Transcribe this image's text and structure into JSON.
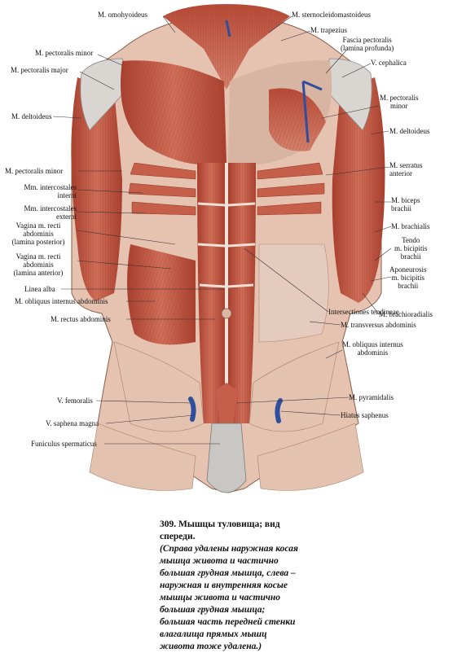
{
  "labels": {
    "omohyoideus": "M. omohyoideus",
    "sternocleido": "M. sternocleidomastoideus",
    "trapezius": "M. trapezius",
    "fascia_pectoralis": "Fascia pectoralis",
    "lamina_profunda": "(lamina profunda)",
    "cephalica": "V. cephalica",
    "pect_minor_left": "M. pectoralis minor",
    "pect_major": "M. pectoralis major",
    "pect_minor_r1": "M. pectoralis",
    "pect_minor_r2": "minor",
    "deltoideus_left": "M. deltoideus",
    "deltoideus_right": "M. deltoideus",
    "pect_minor_left2": "M. pectoralis minor",
    "serratus1": "M. serratus",
    "serratus2": "anterior",
    "intercost_int1": "Mm. intercostales",
    "intercost_int2": "interni",
    "biceps1": "M. biceps",
    "biceps2": "brachii",
    "intercost_ext1": "Mm. intercostales",
    "intercost_ext2": "externi",
    "brachialis": "M. brachialis",
    "vagina_post1": "Vagina m. recti",
    "vagina_post2": "abdominis",
    "vagina_post3": "(lamina posterior)",
    "tendo1": "Tendo",
    "tendo2": "m. bicipitis",
    "tendo3": "brachii",
    "vagina_ant1": "Vagina m. recti",
    "vagina_ant2": "abdominis",
    "vagina_ant3": "(lamina anterior)",
    "aponeurosis1": "Aponeurosis",
    "aponeurosis2": "m. bicipitis",
    "aponeurosis3": "brachii",
    "linea_alba": "Linea alba",
    "brachioradialis": "M. brachioradialis",
    "obliquus_int_left": "M. obliquus internus abdominis",
    "intersectiones": "Intersectiones tendineae",
    "rectus": "M. rectus abdominis",
    "transversus": "M. transversus abdominis",
    "obliquus_int_r1": "M. obliquus internus",
    "obliquus_int_r2": "abdominis",
    "femoralis": "V. femoralis",
    "pyramidalis": "M. pyramidalis",
    "hiatus": "Hiatus saphenus",
    "saphena": "V. saphena magna",
    "funiculus": "Funiculus spermaticus"
  },
  "caption": {
    "heading_line1": "309. Мышцы туловища; вид",
    "heading_line2": "спереди.",
    "note_lines": [
      "(Справа удалены наружная косая",
      "мышца живота и частично",
      "большая грудная мышца, слева –",
      "наружная и внутренняя косые",
      "мышцы живота и частично",
      "большая грудная мышца;",
      "большая часть передней стенки",
      "влагалища прямых мышц",
      "живота тоже удалена.)"
    ]
  },
  "colors": {
    "muscle": "#b8513f",
    "muscle_light": "#d98a76",
    "tendon": "#e8d6c8",
    "skin": "#e9c9b8",
    "vein": "#2f4f9e",
    "fascia": "#d8b5a2"
  }
}
